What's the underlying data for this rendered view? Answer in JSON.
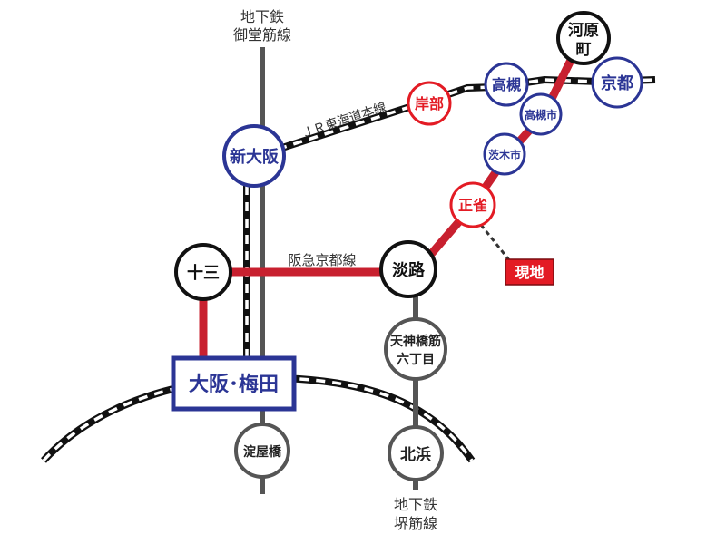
{
  "colors": {
    "hankyu": "#c8202f",
    "jr_blue": "#2b3595",
    "kishibe_red": "#e31b24",
    "subway_gray": "#555555",
    "rail_black": "#111111"
  },
  "labels": {
    "midosuji_line_1": "地下鉄",
    "midosuji_line_2": "御堂筋線",
    "sakaisuji_line_1": "地下鉄",
    "sakaisuji_line_2": "堺筋線",
    "jr_tokaido": "ＪＲ東海道本線",
    "hankyu_kyoto": "阪急京都線"
  },
  "stations": {
    "kawaramachi_1": "河原",
    "kawaramachi_2": "町",
    "takatsuki": "高槻",
    "kyoto": "京都",
    "takatsukishi": "高槻市",
    "kishibe": "岸部",
    "ibarakishi": "茨木市",
    "shinosaka": "新大阪",
    "shojaku": "正雀",
    "awaji": "淡路",
    "juso": "十三",
    "tenjin_1": "天神橋筋",
    "tenjin_2": "六丁目",
    "umeda": "大阪･梅田",
    "yodoyabashi": "淀屋橋",
    "kitahama": "北浜"
  },
  "destination": {
    "label": "現地"
  }
}
